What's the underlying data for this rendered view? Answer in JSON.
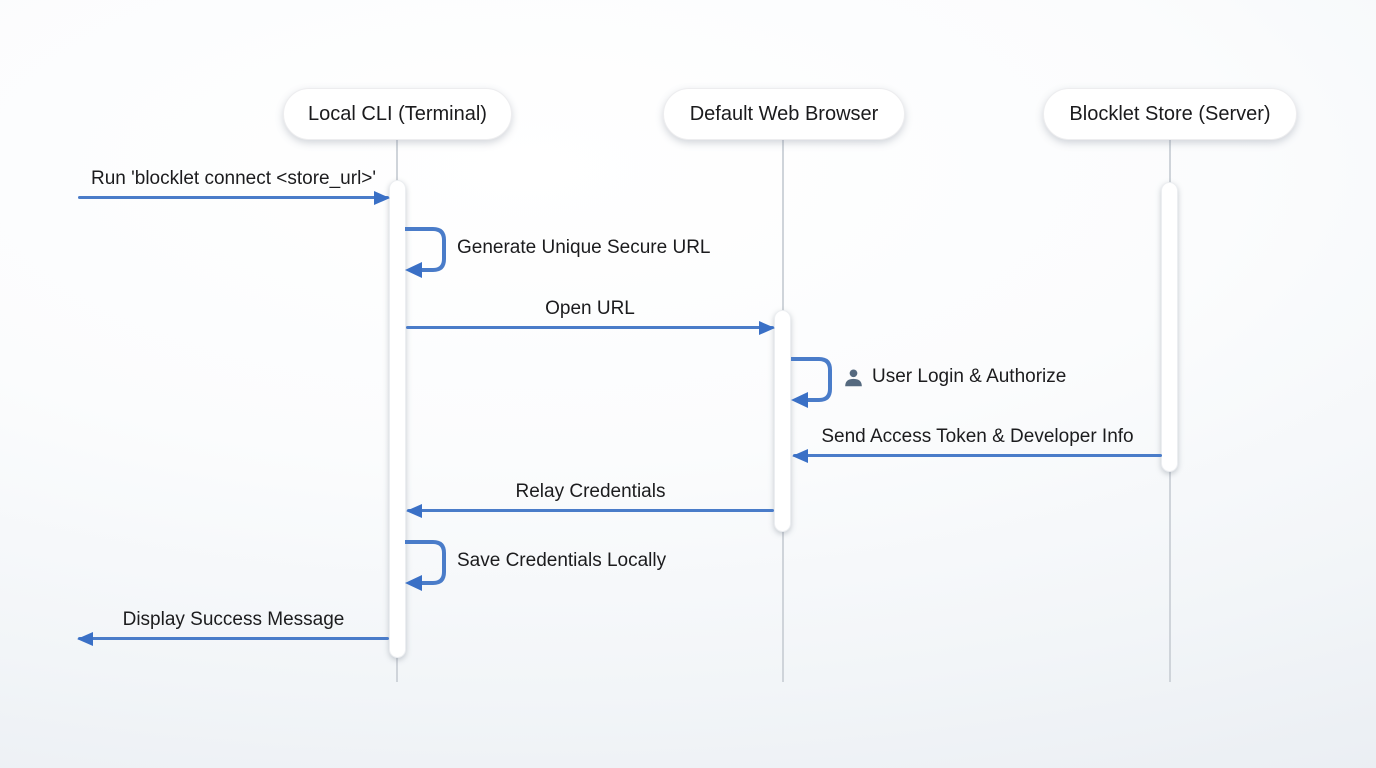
{
  "diagram": {
    "type": "sequence",
    "actors": [
      {
        "id": "cli",
        "label": "Local CLI (Terminal)"
      },
      {
        "id": "browser",
        "label": "Default Web Browser"
      },
      {
        "id": "store",
        "label": "Blocklet Store (Server)"
      }
    ],
    "messages": [
      {
        "label": "Run 'blocklet connect <store_url>'",
        "from": "user",
        "to": "cli",
        "kind": "arrow",
        "direction": "right"
      },
      {
        "label": "Generate Unique Secure URL",
        "actor": "cli",
        "kind": "self"
      },
      {
        "label": "Open URL",
        "from": "cli",
        "to": "browser",
        "kind": "arrow",
        "direction": "right"
      },
      {
        "label": "User Login & Authorize",
        "actor": "browser",
        "kind": "self",
        "icon": "user-icon"
      },
      {
        "label": "Send Access Token & Developer Info",
        "from": "store",
        "to": "browser",
        "kind": "arrow",
        "direction": "left"
      },
      {
        "label": "Relay Credentials",
        "from": "browser",
        "to": "cli",
        "kind": "arrow",
        "direction": "left"
      },
      {
        "label": "Save Credentials Locally",
        "actor": "cli",
        "kind": "self"
      },
      {
        "label": "Display Success Message",
        "from": "cli",
        "to": "user",
        "kind": "arrow",
        "direction": "left"
      }
    ],
    "colors": {
      "arrow_line": "#4a7cc9",
      "arrow_head": "#3a70c6",
      "lifeline": "#cfd4da",
      "actor_background": "#ffffff",
      "text": "#1c1c1e",
      "user_icon": "#55697f",
      "background_edge": "#e9edf2"
    }
  }
}
